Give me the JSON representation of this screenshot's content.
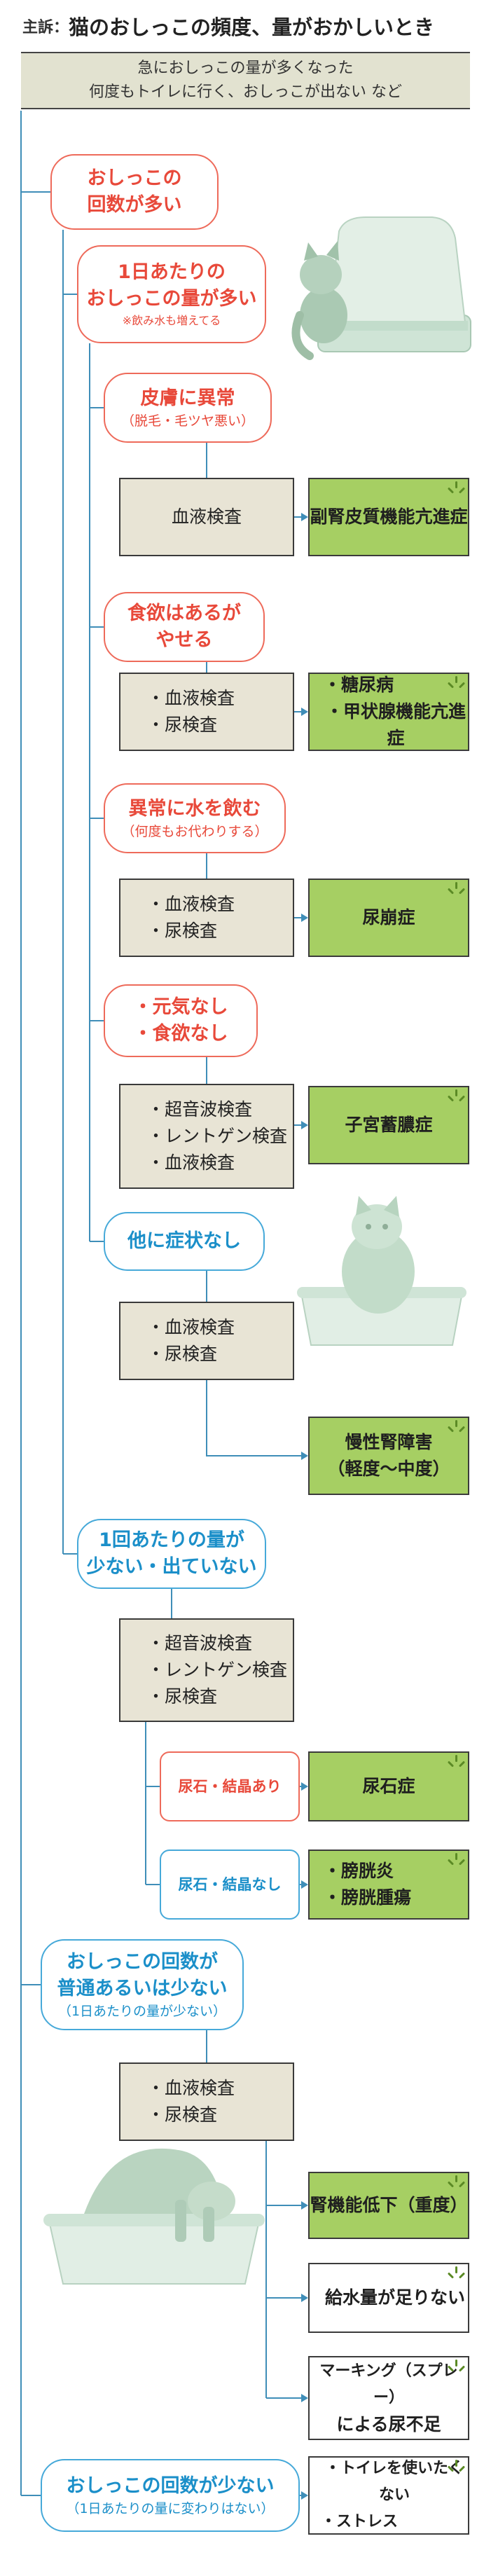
{
  "header": {
    "label": "主訴：",
    "title": "猫のおしっこの頻度、量がおかしいとき",
    "description": [
      "急におしっこの量が多くなった",
      "何度もトイレに行く、おしっこが出ない など"
    ]
  },
  "nodes": {
    "freq_high": [
      "おしっこの",
      "回数が多い"
    ],
    "vol_high": [
      "1日あたりの",
      "おしっこの量が多い"
    ],
    "vol_high_note": "※飲み水も増えてる",
    "skin": "皮膚に異常",
    "skin_sub": "（脱毛・毛ツヤ悪い）",
    "test_blood_1": [
      "血液検査"
    ],
    "res_adrenal": "副腎皮質機能亢進症",
    "appetite": [
      "食欲はあるが",
      "やせる"
    ],
    "test_blood_urine_1": [
      "・血液検査",
      "・尿検査"
    ],
    "res_diabetes": [
      "・糖尿病",
      "・甲状腺機能亢進症"
    ],
    "water": "異常に水を飲む",
    "water_sub": "（何度もお代わりする）",
    "test_blood_urine_2": [
      "・血液検査",
      "・尿検査"
    ],
    "res_uremia": "尿崩症",
    "lethargy": [
      "・元気なし",
      "・食欲なし"
    ],
    "test_ultra_1": [
      "・超音波検査",
      "・レントゲン検査",
      "・血液検査"
    ],
    "res_pyometra": "子宮蓄膿症",
    "no_symptoms": "他に症状なし",
    "test_blood_urine_3": [
      "・血液検査",
      "・尿検査"
    ],
    "res_ckd": [
      "慢性腎障害",
      "（軽度〜中度）"
    ],
    "vol_low": [
      "1回あたりの量が",
      "少ない・出ていない"
    ],
    "test_ultra_2": [
      "・超音波検査",
      "・レントゲン検査",
      "・尿検査"
    ],
    "stone_yes": "尿石・結晶あり",
    "res_stone": "尿石症",
    "stone_no": "尿石・結晶なし",
    "res_cystitis": [
      "・膀胱炎",
      "・膀胱腫瘍"
    ],
    "freq_normal": [
      "おしっこの回数が",
      "普通あるいは少ない"
    ],
    "freq_normal_sub": "（1日あたりの量が少ない）",
    "test_blood_urine_4": [
      "・血液検査",
      "・尿検査"
    ],
    "res_kidney_low": "腎機能低下（重度）",
    "res_water_short": "給水量が足りない",
    "res_marking": [
      "マーキング（スプレー）",
      "による尿不足"
    ],
    "freq_low": "おしっこの回数が少ない",
    "freq_low_sub": "（1日あたりの量に変わりはない）",
    "res_stress": [
      "・トイレを使いたくない",
      "・ストレス"
    ]
  },
  "colors": {
    "header_bg": "#e2e2d0",
    "line": "#3f8eb8",
    "red": "#e8493a",
    "blue": "#1b8fc9",
    "test_bg": "#e8e4d5",
    "result_bg": "#a6cf63",
    "photo_tint": "#d9eadf"
  },
  "icons": {
    "arrow": "arrow-right-icon",
    "result_mark": "sparkle-mark-icon",
    "photos": [
      "cat-in-covered-litter-box",
      "cat-sitting-in-litter-tray",
      "cat-stepping-into-litter-tray"
    ]
  }
}
